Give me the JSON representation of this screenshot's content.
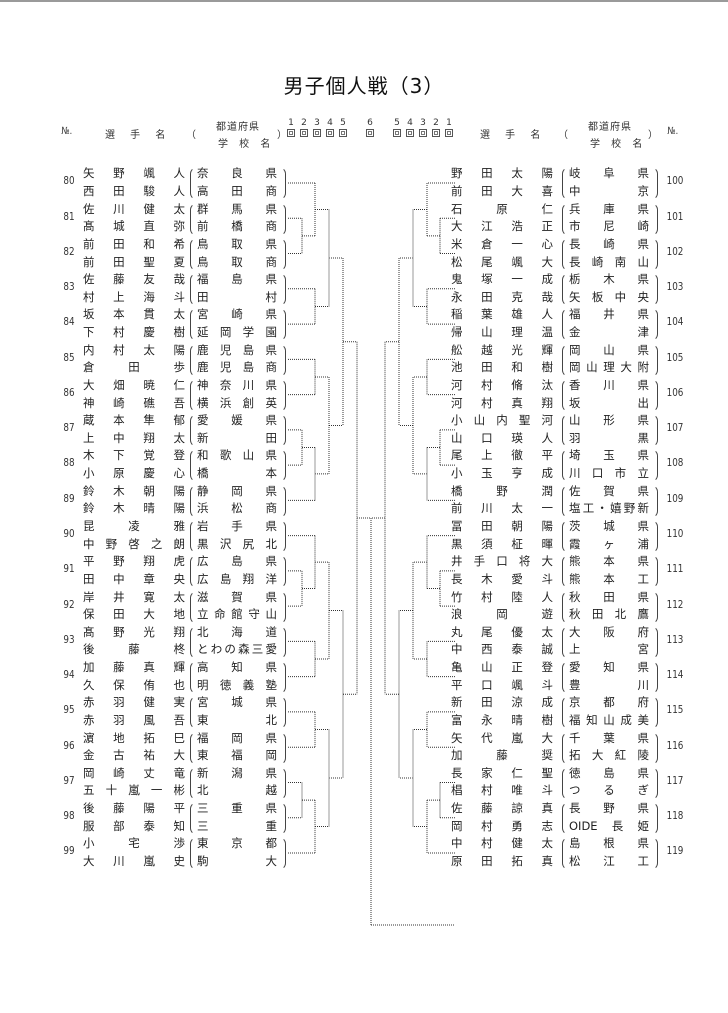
{
  "title": "男子個人戦（3）",
  "header": {
    "no_label": "№.",
    "player_label": "選 手 名",
    "open_paren": "（",
    "close_paren": "）",
    "prefecture_label": "都道府県",
    "school_label": "学 校 名",
    "rounds_left": [
      "1",
      "2",
      "3",
      "4",
      "5"
    ],
    "round_final": "6",
    "rounds_right": [
      "5",
      "4",
      "3",
      "2",
      "1"
    ]
  },
  "left": [
    {
      "no": "80",
      "players": [
        {
          "name": "矢野颯人",
          "team": "奈良県"
        },
        {
          "name": "西田駿人",
          "team": "高田商"
        }
      ]
    },
    {
      "no": "81",
      "players": [
        {
          "name": "佐川健太",
          "team": "群馬県"
        },
        {
          "name": "髙城直弥",
          "team": "前橋商"
        }
      ]
    },
    {
      "no": "82",
      "players": [
        {
          "name": "前田和希",
          "team": "鳥取県"
        },
        {
          "name": "前田聖夏",
          "team": "鳥取商"
        }
      ]
    },
    {
      "no": "83",
      "players": [
        {
          "name": "佐藤友哉",
          "team": "福島県"
        },
        {
          "name": "村上海斗",
          "team": "田村"
        }
      ]
    },
    {
      "no": "84",
      "players": [
        {
          "name": "坂本貫太",
          "team": "宮崎県"
        },
        {
          "name": "下村慶樹",
          "team": "延岡学園"
        }
      ]
    },
    {
      "no": "85",
      "players": [
        {
          "name": "内村太陽",
          "team": "鹿児島県"
        },
        {
          "name": "倉田歩",
          "team": "鹿児島商"
        }
      ]
    },
    {
      "no": "86",
      "players": [
        {
          "name": "大畑暁仁",
          "team": "神奈川県"
        },
        {
          "name": "神崎礁吾",
          "team": "横浜創英"
        }
      ]
    },
    {
      "no": "87",
      "players": [
        {
          "name": "蔵本隼郁",
          "team": "愛媛県"
        },
        {
          "name": "上中翔太",
          "team": "新田"
        }
      ]
    },
    {
      "no": "88",
      "players": [
        {
          "name": "木下覚登",
          "team": "和歌山県"
        },
        {
          "name": "小原慶心",
          "team": "橋本"
        }
      ]
    },
    {
      "no": "89",
      "players": [
        {
          "name": "鈴木朝陽",
          "team": "静岡県"
        },
        {
          "name": "鈴木晴陽",
          "team": "浜松商"
        }
      ]
    },
    {
      "no": "90",
      "players": [
        {
          "name": "昆凌雅",
          "team": "岩手県"
        },
        {
          "name": "中野啓之朗",
          "team": "黒沢尻北"
        }
      ]
    },
    {
      "no": "91",
      "players": [
        {
          "name": "平野翔虎",
          "team": "広島県"
        },
        {
          "name": "田中章央",
          "team": "広島翔洋"
        }
      ]
    },
    {
      "no": "92",
      "players": [
        {
          "name": "岸井寛太",
          "team": "滋賀県"
        },
        {
          "name": "保田大地",
          "team": "立命館守山"
        }
      ]
    },
    {
      "no": "93",
      "players": [
        {
          "name": "髙野光翔",
          "team": "北海道"
        },
        {
          "name": "後藤柊",
          "team": "とわの森三愛"
        }
      ]
    },
    {
      "no": "94",
      "players": [
        {
          "name": "加藤真輝",
          "team": "高知県"
        },
        {
          "name": "久保侑也",
          "team": "明徳義塾"
        }
      ]
    },
    {
      "no": "95",
      "players": [
        {
          "name": "赤羽健実",
          "team": "宮城県"
        },
        {
          "name": "赤羽風吾",
          "team": "東北"
        }
      ]
    },
    {
      "no": "96",
      "players": [
        {
          "name": "濵地拓巳",
          "team": "福岡県"
        },
        {
          "name": "金古祐大",
          "team": "東福岡"
        }
      ]
    },
    {
      "no": "97",
      "players": [
        {
          "name": "岡崎丈竜",
          "team": "新潟県"
        },
        {
          "name": "五十嵐一彬",
          "team": "北越"
        }
      ]
    },
    {
      "no": "98",
      "players": [
        {
          "name": "後藤陽平",
          "team": "三重県"
        },
        {
          "name": "服部泰知",
          "team": "三重"
        }
      ]
    },
    {
      "no": "99",
      "players": [
        {
          "name": "小宅渉",
          "team": "東京都"
        },
        {
          "name": "大川嵐史",
          "team": "駒大"
        }
      ]
    }
  ],
  "right": [
    {
      "no": "100",
      "players": [
        {
          "name": "野田太陽",
          "team": "岐阜県"
        },
        {
          "name": "前田大喜",
          "team": "中京"
        }
      ]
    },
    {
      "no": "101",
      "players": [
        {
          "name": "石原仁",
          "team": "兵庫県"
        },
        {
          "name": "大江浩正",
          "team": "市尼崎"
        }
      ]
    },
    {
      "no": "102",
      "players": [
        {
          "name": "米倉一心",
          "team": "長崎県"
        },
        {
          "name": "松尾颯大",
          "team": "長崎南山"
        }
      ]
    },
    {
      "no": "103",
      "players": [
        {
          "name": "鬼塚一成",
          "team": "栃木県"
        },
        {
          "name": "永田克哉",
          "team": "矢板中央"
        }
      ]
    },
    {
      "no": "104",
      "players": [
        {
          "name": "稲葉雄人",
          "team": "福井県"
        },
        {
          "name": "帰山理温",
          "team": "金津"
        }
      ]
    },
    {
      "no": "105",
      "players": [
        {
          "name": "舩越光輝",
          "team": "岡山県"
        },
        {
          "name": "池田和樹",
          "team": "岡山理大附"
        }
      ]
    },
    {
      "no": "106",
      "players": [
        {
          "name": "河村脩汰",
          "team": "香川県"
        },
        {
          "name": "河村真翔",
          "team": "坂出"
        }
      ]
    },
    {
      "no": "107",
      "players": [
        {
          "name": "小山内聖河",
          "team": "山形県"
        },
        {
          "name": "山口瑛人",
          "team": "羽黒"
        }
      ]
    },
    {
      "no": "108",
      "players": [
        {
          "name": "尾上徹平",
          "team": "埼玉県"
        },
        {
          "name": "小玉亨成",
          "team": "川口市立"
        }
      ]
    },
    {
      "no": "109",
      "players": [
        {
          "name": "橋野潤",
          "team": "佐賀県"
        },
        {
          "name": "前川太一",
          "team": "塩工・嬉野新"
        }
      ]
    },
    {
      "no": "110",
      "players": [
        {
          "name": "冨田朝陽",
          "team": "茨城県"
        },
        {
          "name": "黒須柾暉",
          "team": "霞ヶ浦"
        }
      ]
    },
    {
      "no": "111",
      "players": [
        {
          "name": "井手口将大",
          "team": "熊本県"
        },
        {
          "name": "長木愛斗",
          "team": "熊本工"
        }
      ]
    },
    {
      "no": "112",
      "players": [
        {
          "name": "竹村陸人",
          "team": "秋田県"
        },
        {
          "name": "浪岡遊",
          "team": "秋田北鷹"
        }
      ]
    },
    {
      "no": "113",
      "players": [
        {
          "name": "丸尾優太",
          "team": "大阪府"
        },
        {
          "name": "中西泰誠",
          "team": "上宮"
        }
      ]
    },
    {
      "no": "114",
      "players": [
        {
          "name": "亀山正登",
          "team": "愛知県"
        },
        {
          "name": "平口颯斗",
          "team": "豊川"
        }
      ]
    },
    {
      "no": "115",
      "players": [
        {
          "name": "新田涼成",
          "team": "京都府"
        },
        {
          "name": "富永晴樹",
          "team": "福知山成美"
        }
      ]
    },
    {
      "no": "116",
      "players": [
        {
          "name": "矢代嵐大",
          "team": "千葉県"
        },
        {
          "name": "加藤奨",
          "team": "拓大紅陵"
        }
      ]
    },
    {
      "no": "117",
      "players": [
        {
          "name": "長家仁聖",
          "team": "徳島県"
        },
        {
          "name": "椙村唯斗",
          "team": "つるぎ"
        }
      ]
    },
    {
      "no": "118",
      "players": [
        {
          "name": "佐藤諒真",
          "team": "長野県"
        },
        {
          "name": "岡村勇志",
          "team": "OIDE長姫"
        }
      ]
    },
    {
      "no": "119",
      "players": [
        {
          "name": "中村健太",
          "team": "島根県"
        },
        {
          "name": "原田拓真",
          "team": "松江工"
        }
      ]
    }
  ]
}
